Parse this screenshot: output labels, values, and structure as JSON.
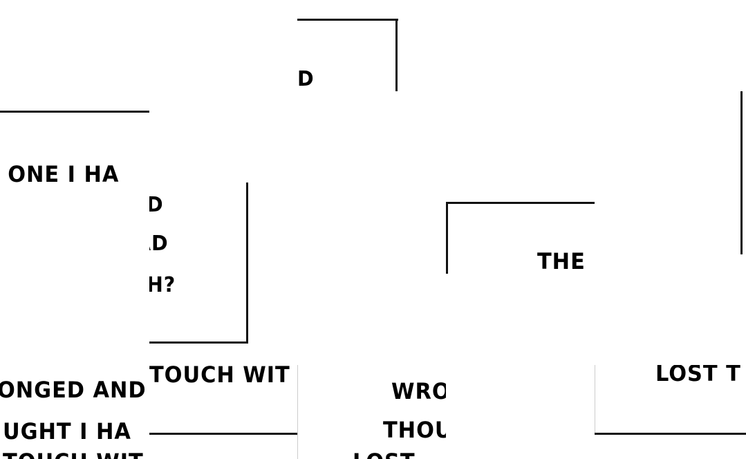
{
  "fragments": {
    "d_top": "D",
    "one_i_ha": "E ONE I HA",
    "d_small": "D",
    "ad": "AD",
    "h_question": "H?",
    "the": "THE",
    "touch_wit": "TOUCH WIT",
    "wronged_and": "ONGED AND",
    "thought_i_ha": "UGHT I HA",
    "touch_wit_partial": "TOUCH WIT",
    "wro": "WRO",
    "thou": "THOU",
    "lost_partial": "LOST",
    "lost_t": "LOST T"
  }
}
